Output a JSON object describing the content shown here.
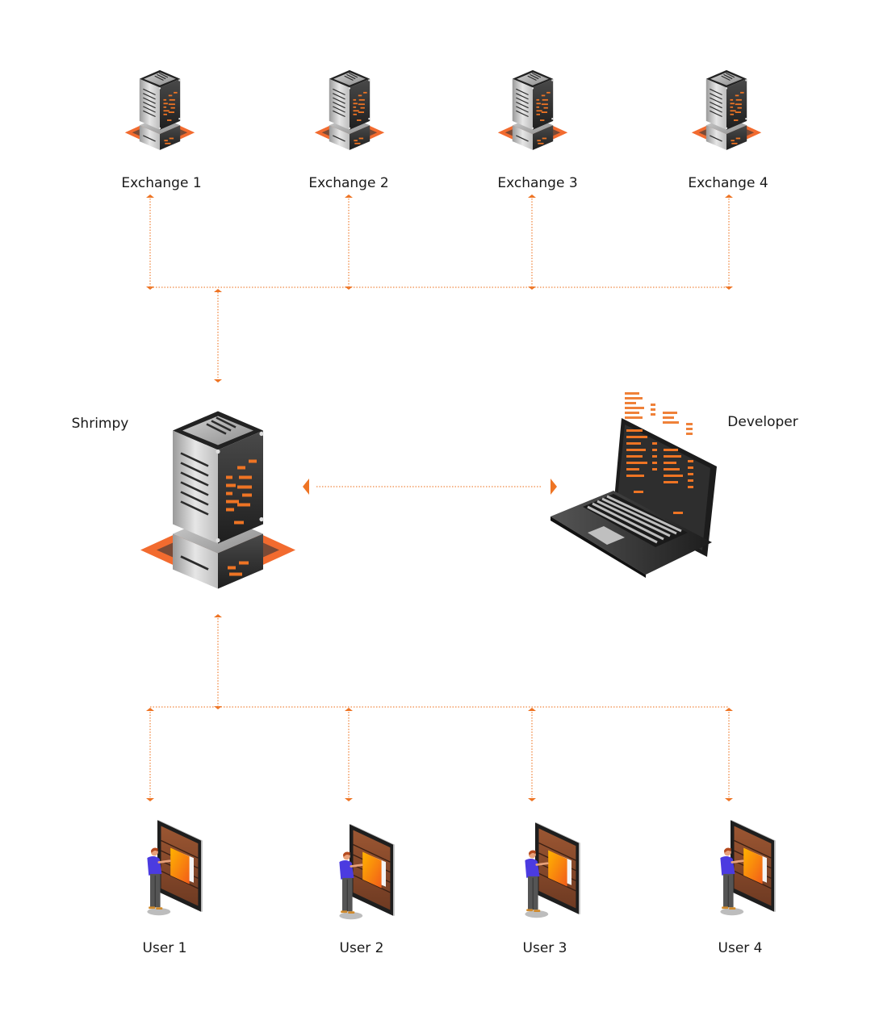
{
  "colors": {
    "accent": "#EE7424",
    "connector": "#F08A45",
    "server_light": "#D9D9D9",
    "server_dark": "#2E2E2E",
    "platform": "#F26B2F",
    "screen": "#8A4A2A",
    "panel": "#FFA21A",
    "shirt": "#4B3BE0",
    "pants": "#555555"
  },
  "exchanges": [
    {
      "label": "Exchange 1",
      "icon": "server-icon"
    },
    {
      "label": "Exchange 2",
      "icon": "server-icon"
    },
    {
      "label": "Exchange 3",
      "icon": "server-icon"
    },
    {
      "label": "Exchange 4",
      "icon": "server-icon"
    }
  ],
  "hub": {
    "label": "Shrimpy",
    "icon": "server-icon"
  },
  "developer": {
    "label": "Developer",
    "icon": "laptop-icon"
  },
  "users": [
    {
      "label": "User 1",
      "icon": "user-at-display-icon"
    },
    {
      "label": "User 2",
      "icon": "user-at-display-icon"
    },
    {
      "label": "User 3",
      "icon": "user-at-display-icon"
    },
    {
      "label": "User 4",
      "icon": "user-at-display-icon"
    }
  ],
  "connections": [
    {
      "from": "Exchange 1",
      "to": "exchange-bus",
      "style": "dotted",
      "arrows": "both"
    },
    {
      "from": "Exchange 2",
      "to": "exchange-bus",
      "style": "dotted",
      "arrows": "both"
    },
    {
      "from": "Exchange 3",
      "to": "exchange-bus",
      "style": "dotted",
      "arrows": "both"
    },
    {
      "from": "Exchange 4",
      "to": "exchange-bus",
      "style": "dotted",
      "arrows": "both"
    },
    {
      "from": "exchange-bus",
      "to": "Shrimpy",
      "style": "dotted",
      "arrows": "both"
    },
    {
      "from": "Shrimpy",
      "to": "Developer",
      "style": "dotted",
      "arrows": "both"
    },
    {
      "from": "Shrimpy",
      "to": "user-bus",
      "style": "dotted",
      "arrows": "both"
    },
    {
      "from": "user-bus",
      "to": "User 1",
      "style": "dotted",
      "arrows": "both"
    },
    {
      "from": "user-bus",
      "to": "User 2",
      "style": "dotted",
      "arrows": "both"
    },
    {
      "from": "user-bus",
      "to": "User 3",
      "style": "dotted",
      "arrows": "both"
    },
    {
      "from": "user-bus",
      "to": "User 4",
      "style": "dotted",
      "arrows": "both"
    }
  ]
}
